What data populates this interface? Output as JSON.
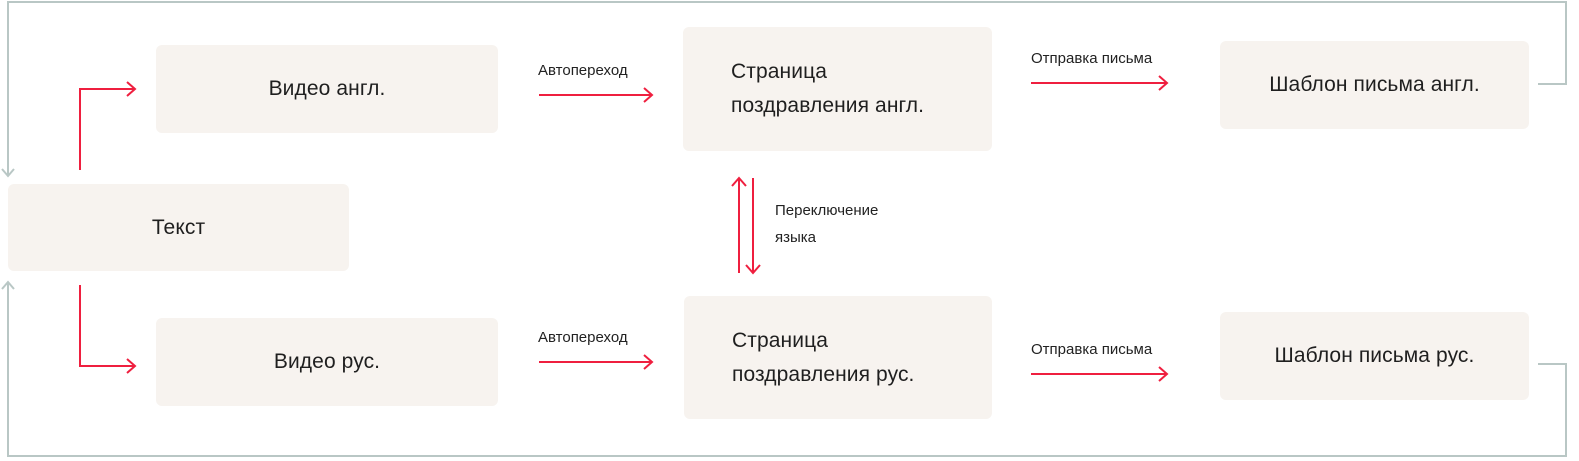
{
  "colors": {
    "arrow": "#ef1f3f",
    "loop": "#b9c7c5",
    "node_fill": "#f7f3ef",
    "text": "#1f1f1f"
  },
  "nodes": {
    "text": {
      "label": "Текст"
    },
    "video_en": {
      "label": "Видео англ."
    },
    "video_ru": {
      "label": "Видео рус."
    },
    "page_en": {
      "line1": "Страница",
      "line2": "поздравления англ."
    },
    "page_ru": {
      "line1": "Страница",
      "line2": "поздравления рус."
    },
    "template_en": {
      "label": "Шаблон письма англ."
    },
    "template_ru": {
      "label": "Шаблон письма рус."
    }
  },
  "edges": {
    "autoplay_en": "Автопереход",
    "autoplay_ru": "Автопереход",
    "send_en": "Отправка письма",
    "send_ru": "Отправка письма",
    "switch_line1": "Переключение",
    "switch_line2": "языка"
  }
}
